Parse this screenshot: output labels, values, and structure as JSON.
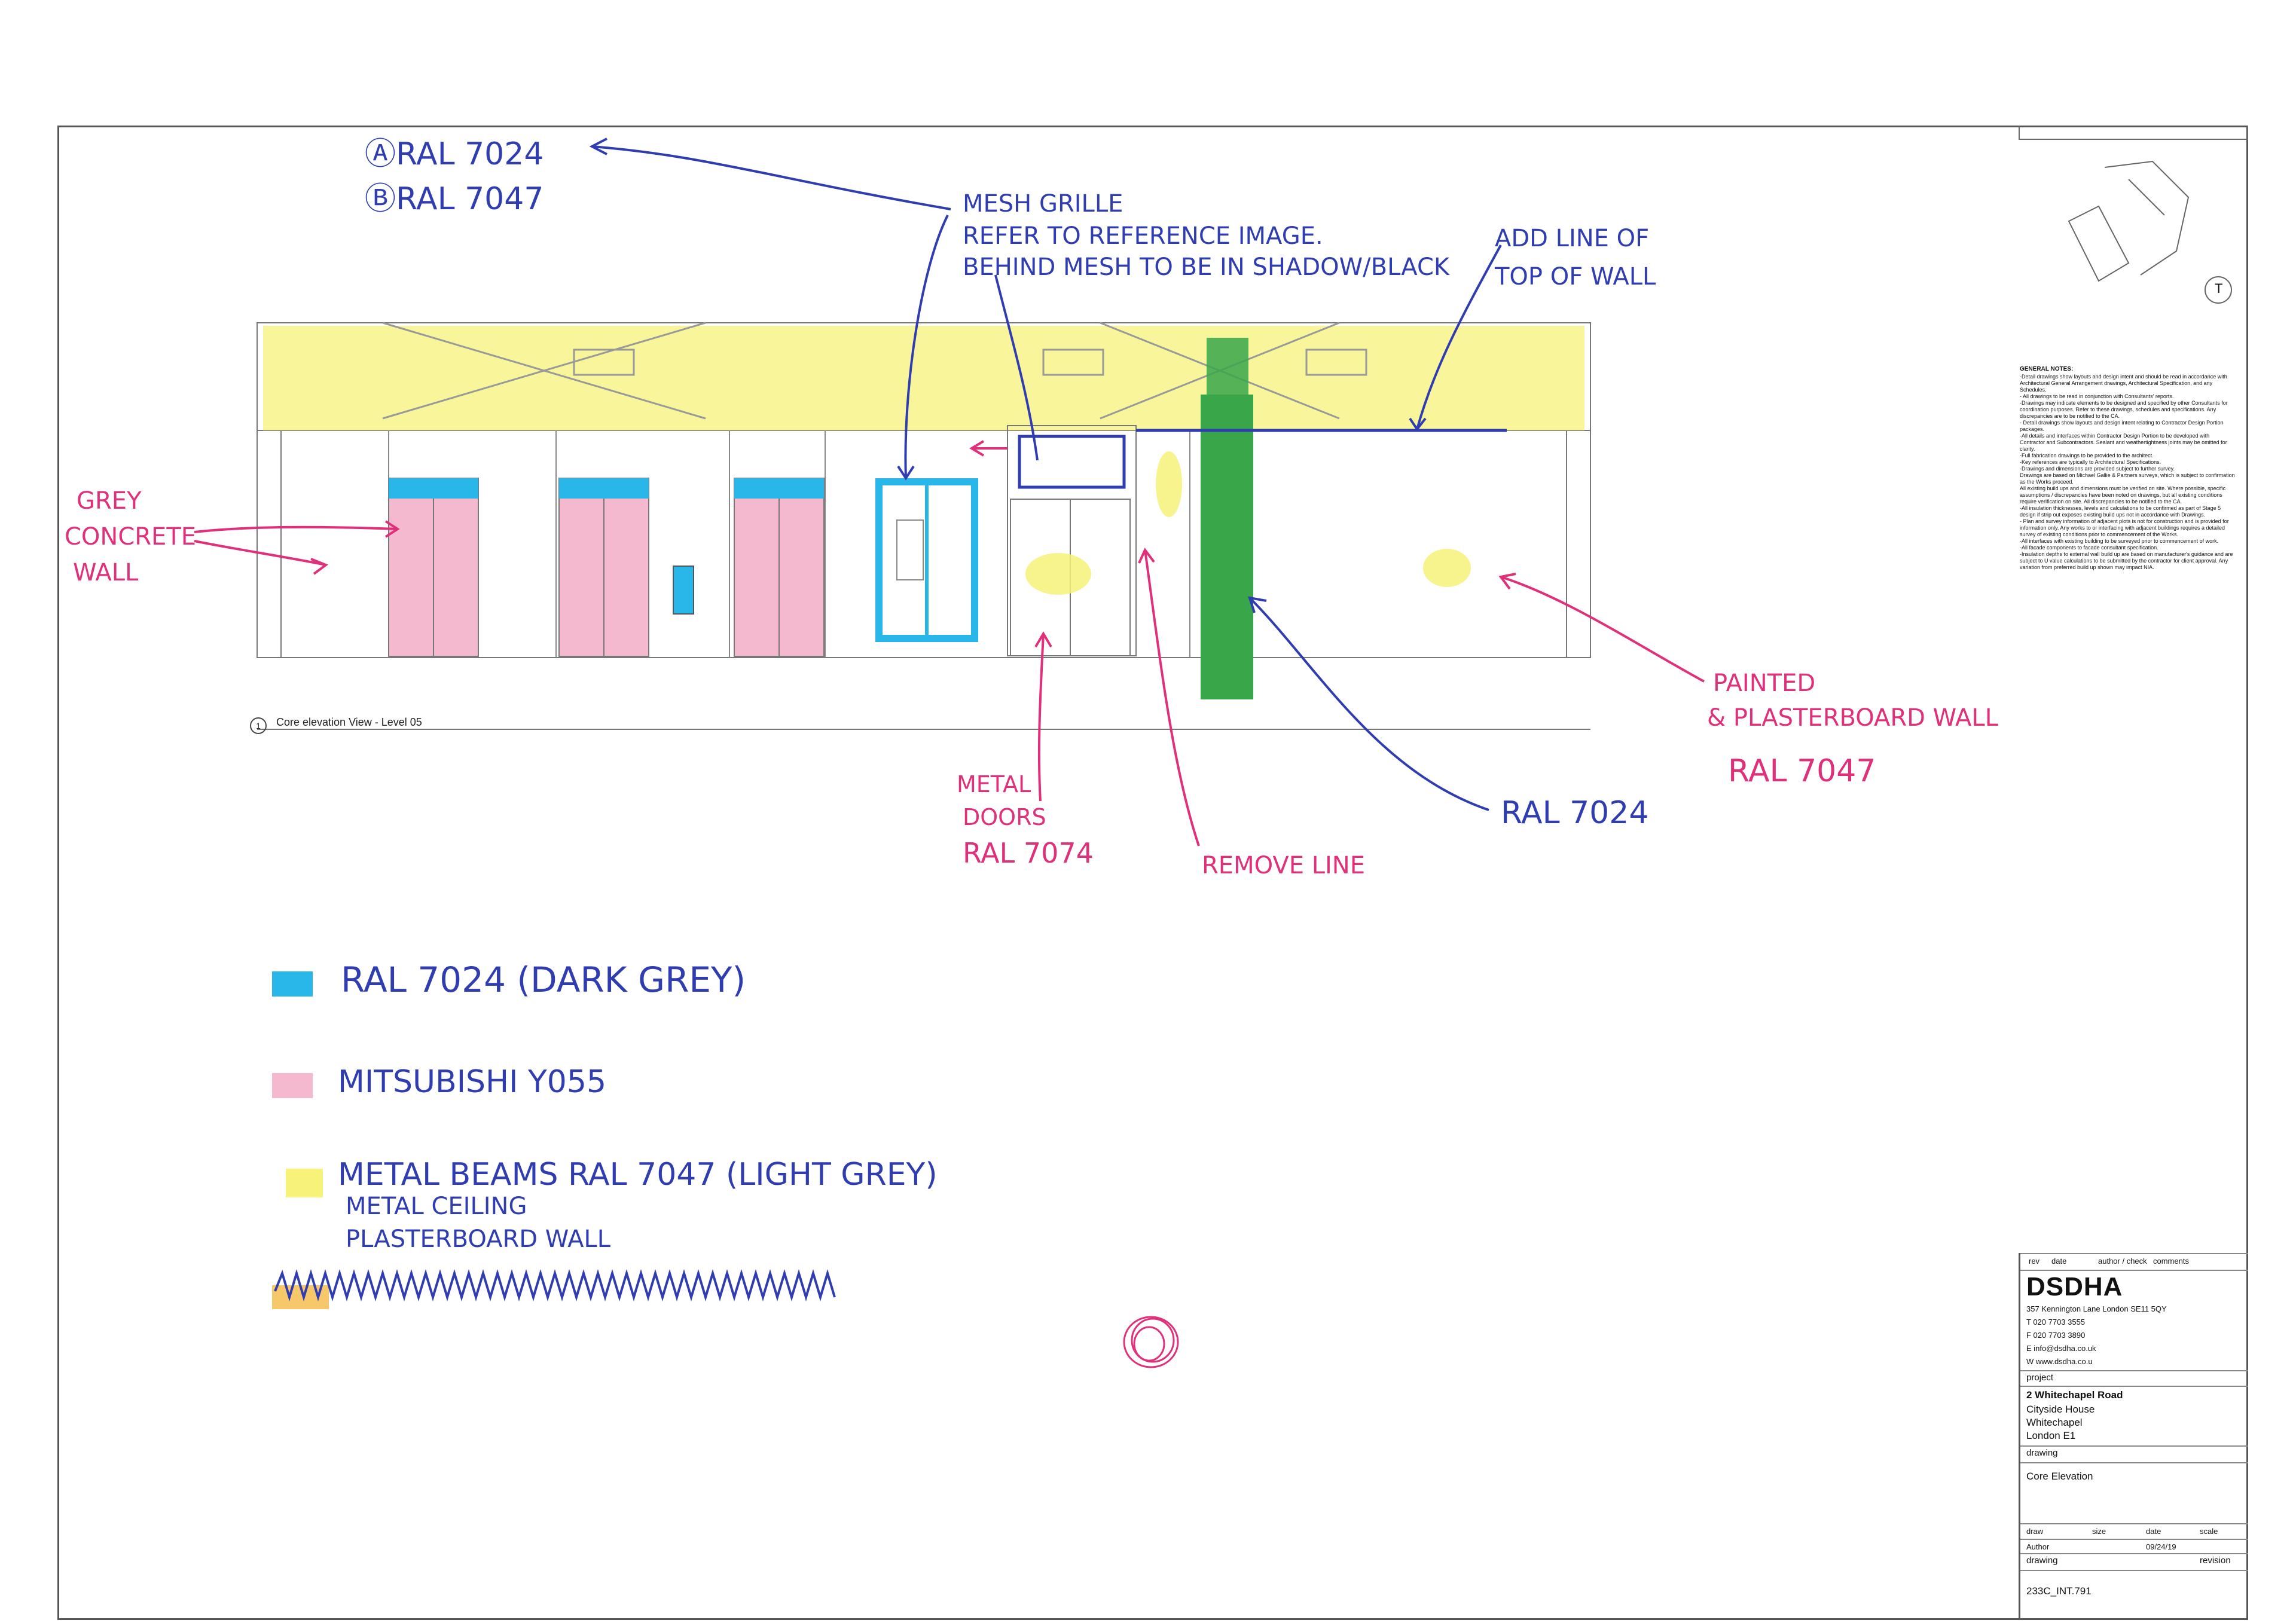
{
  "annotations": {
    "ral_ab_1": "ⒶRAL 7024",
    "ral_ab_2": "ⒷRAL 7047",
    "mesh_1": "MESH GRILLE",
    "mesh_2": "REFER TO REFERENCE IMAGE.",
    "mesh_3": "BEHIND MESH TO BE IN SHADOW/BLACK",
    "addline_1": "ADD LINE OF",
    "addline_2": "TOP OF WALL",
    "concrete_1": "GREY",
    "concrete_2": "CONCRETE",
    "concrete_3": "WALL",
    "painted_1": "PAINTED",
    "painted_2": "& PLASTERBOARD WALL",
    "painted_3": "RAL 7047",
    "ral7024": "RAL 7024",
    "metal_1": "METAL",
    "metal_2": "DOORS",
    "metal_3": "RAL 7074",
    "remove": "REMOVE LINE"
  },
  "legend": {
    "item1": "RAL 7024 (DARK GREY)",
    "item2": "MITSUBISHI Y055",
    "item3a": "METAL BEAMS  RAL 7047 (LIGHT GREY)",
    "item3b": "METAL CEILING",
    "item3c": "PLASTERBOARD WALL",
    "colors": {
      "blue": "#29b6e8",
      "pink": "#f4b8cf",
      "yellow": "#f5f07a",
      "green": "#3aa64a",
      "orange": "#f7c86a"
    }
  },
  "drawing": {
    "caption": "Core elevation View - Level 05",
    "ref": "1",
    "north_mark": "T"
  },
  "notes": {
    "heading": "GENERAL NOTES:",
    "text": "-Detail drawings show layouts and design intent and should be read in accordance with Architectural General Arrangement drawings, Architectural Specification, and any Schedules.\n- All drawings to be read in conjunction with Consultants' reports.\n-Drawings may indicate elements to be designed and specified by other Consultants for coordination purposes. Refer to these drawings, schedules and specifications. Any discrepancies are to be notified to the CA.\n- Detail drawings show layouts and design intent relating to Contractor Design Portion packages.\n-All details and interfaces within Contractor Design Portion to be developed with Contractor and Subcontractors. Sealant and weathertightness joints may be omitted for clarity.\n-Full fabrication drawings to be provided to the architect.\n-Key references are typically to Architectural Specifications.\n-Drawings and dimensions are provided subject to further survey.\nDrawings are based on Michael Gallie & Partners surveys, which is subject to confirmation as the Works proceed.\nAll existing build ups and dimensions must be verified on site. Where possible, specific assumptions / discrepancies have been noted on drawings, but all existing conditions require verification on site. All discrepancies to be notified to the CA.\n-All insulation thicknesses, levels and calculations to be confirmed as part of Stage 5 design if strip out exposes existing build ups not in accordance with Drawings.\n- Plan and survey information of adjacent plots is not for construction and is provided for information only. Any works to or interfacing with adjacent buildings requires a detailed survey of existing conditions prior to commencement of the Works.\n-All interfaces with existing building to be surveyed prior to commencement of work.\n-All facade components to facade consultant specification.\n-Insulation depths to external wall build up are based on manufacturer's guidance and are subject to U value calculations to be submitted by the contractor for client approval. Any variation from preferred build up shown may impact NIA."
  },
  "titleblock": {
    "head_rev": "rev",
    "head_date": "date",
    "head_author": "author / check",
    "head_comments": "comments",
    "firm": "DSDHA",
    "address": "357 Kennington Lane   London   SE11 5QY",
    "tel": "T    020 7703 3555",
    "fax": "F    020 7703 3890",
    "email": "E    info@dsdha.co.uk",
    "web": "W   www.dsdha.co.u",
    "project_label": "project",
    "project_name": "2 Whitechapel Road",
    "project_addr1": "Cityside House",
    "project_addr2": "Whitechapel",
    "project_addr3": "London E1",
    "drawing_label": "drawing",
    "drawing_name": "Core Elevation",
    "draw_label": "draw",
    "size_label": "size",
    "date_label": "date",
    "scale_label": "scale",
    "author": "Author",
    "date_value": "09/24/19",
    "drawing_no_label": "drawing",
    "revision_label": "revision",
    "drawing_no": "233C_INT.791"
  }
}
